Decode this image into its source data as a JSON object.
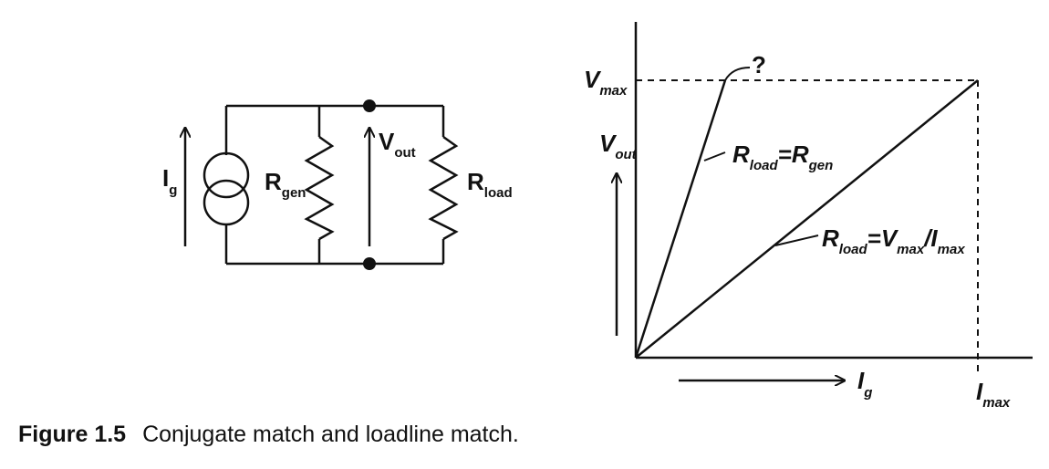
{
  "circuit": {
    "current_source_label": "I",
    "current_source_sub": "g",
    "gen_resistor_label": "R",
    "gen_resistor_sub": "gen",
    "output_voltage_label": "V",
    "output_voltage_sub": "out",
    "load_resistor_label": "R",
    "load_resistor_sub": "load"
  },
  "graph": {
    "vmax_label": "V",
    "vmax_sub": "max",
    "vout_label": "V",
    "vout_sub": "out",
    "ig_label": "I",
    "ig_sub": "g",
    "imax_label": "I",
    "imax_sub": "max",
    "question_mark": "?",
    "conj_line": {
      "r1": "R",
      "r1_sub": "load",
      "eq": "=",
      "r2": "R",
      "r2_sub": "gen"
    },
    "loadline": {
      "r1": "R",
      "r1_sub": "load",
      "eq": "=",
      "v": "V",
      "v_sub": "max",
      "slash": "/",
      "i": "I",
      "i_sub": "max"
    }
  },
  "caption": {
    "number": "Figure 1.5",
    "text": "Conjugate match and loadline match."
  },
  "colors": {
    "ink": "#111111",
    "background": "#ffffff"
  }
}
